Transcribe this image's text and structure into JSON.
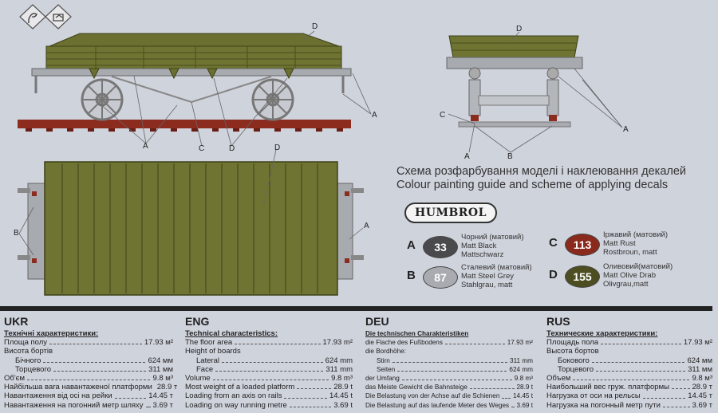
{
  "guide": {
    "title_ukr": "Схема розфарбування моделі і наклеювання декалей",
    "title_eng": "Colour painting guide and scheme of applying decals",
    "brand": "HUMBROL"
  },
  "callouts": {
    "a": "A",
    "b": "B",
    "c": "C",
    "d": "D"
  },
  "paints": [
    {
      "letter": "A",
      "code": "33",
      "color": "#4a4a4c",
      "lines": [
        "Чорний (матовий)",
        "Matt Black",
        "Mattschwarz"
      ]
    },
    {
      "letter": "B",
      "code": "87",
      "color": "#a9abb0",
      "lines": [
        "Сталевий (матовий)",
        "Matt Steel Grey",
        "Stahlgrau, matt"
      ]
    },
    {
      "letter": "C",
      "code": "113",
      "color": "#8a2a1c",
      "lines": [
        "Іржавий (матовий)",
        "Matt Rust",
        "Rostbroun, matt"
      ]
    },
    {
      "letter": "D",
      "code": "155",
      "color": "#4d4d22",
      "lines": [
        "Оливовий(матовий)",
        "Matt Olive Drab",
        "Olivgrau,matt"
      ]
    }
  ],
  "specs": {
    "ukr": {
      "lang": "UKR",
      "heading": "Технічні характеристики:",
      "rows": [
        {
          "label": "Площа полу",
          "value": "17.93 м²",
          "indent": false
        },
        {
          "label": "Висота бортів",
          "value": "",
          "indent": false
        },
        {
          "label": "Бічного",
          "value": "624 мм",
          "indent": true
        },
        {
          "label": "Торцевого",
          "value": "311 мм",
          "indent": true
        },
        {
          "label": "Об'єм",
          "value": "9.8 м³",
          "indent": false
        },
        {
          "label": "Найбільша вага навантаженої платформи",
          "value": "28.9 т",
          "indent": false
        },
        {
          "label": "Навантаження від осі на рейки",
          "value": "14.45 т",
          "indent": false
        },
        {
          "label": "Навантаження на погонний метр шляху",
          "value": "3.69 т",
          "indent": false
        }
      ]
    },
    "eng": {
      "lang": "ENG",
      "heading": "Technical characteristics:",
      "rows": [
        {
          "label": "The floor area",
          "value": "17.93 m²",
          "indent": false
        },
        {
          "label": "Height of boards",
          "value": "",
          "indent": false
        },
        {
          "label": "Lateral",
          "value": "624 mm",
          "indent": true
        },
        {
          "label": "Face",
          "value": "311 mm",
          "indent": true
        },
        {
          "label": "Volume",
          "value": "9.8 m³",
          "indent": false
        },
        {
          "label": "Most weight of a loaded platform",
          "value": "28.9 t",
          "indent": false
        },
        {
          "label": "Loading from an axis on rails",
          "value": "14.45 t",
          "indent": false
        },
        {
          "label": "Loading on way running metre",
          "value": "3.69 t",
          "indent": false
        }
      ]
    },
    "deu": {
      "lang": "DEU",
      "heading": "Die technischen Charakteristiken",
      "rows": [
        {
          "label": "die Flache des Fußbodens",
          "value": "17.93 m²",
          "indent": false
        },
        {
          "label": "die Bordhöhe:",
          "value": "",
          "indent": false
        },
        {
          "label": "Stirn",
          "value": "311 mm",
          "indent": true
        },
        {
          "label": "Seiten",
          "value": "624 mm",
          "indent": true
        },
        {
          "label": "der Umfang",
          "value": "9.8 m³",
          "indent": false
        },
        {
          "label": "das Meiste Gewicht die Bahnsteige",
          "value": "28.9 t",
          "indent": false
        },
        {
          "label": "Die Belastung von der Achse auf die Schienen",
          "value": "14.45 t",
          "indent": false
        },
        {
          "label": "Die Belastung auf das laufende Meter des Weges",
          "value": "3.69 t",
          "indent": false
        }
      ]
    },
    "rus": {
      "lang": "RUS",
      "heading": "Технические характеристики:",
      "rows": [
        {
          "label": "Площадь пола",
          "value": "17.93 м²",
          "indent": false
        },
        {
          "label": "Высота бортов",
          "value": "",
          "indent": false
        },
        {
          "label": "Бокового",
          "value": "624 мм",
          "indent": true
        },
        {
          "label": "Торцевого",
          "value": "311 мм",
          "indent": true
        },
        {
          "label": "Объем",
          "value": "9.8 м³",
          "indent": false
        },
        {
          "label": "Наибольший вес груж. платформы",
          "value": "28.9 т",
          "indent": false
        },
        {
          "label": "Нагрузка от оси на рельсы",
          "value": "14.45 т",
          "indent": false
        },
        {
          "label": "Нагрузка на погонный метр пути",
          "value": "3.69 т",
          "indent": false
        }
      ]
    }
  }
}
